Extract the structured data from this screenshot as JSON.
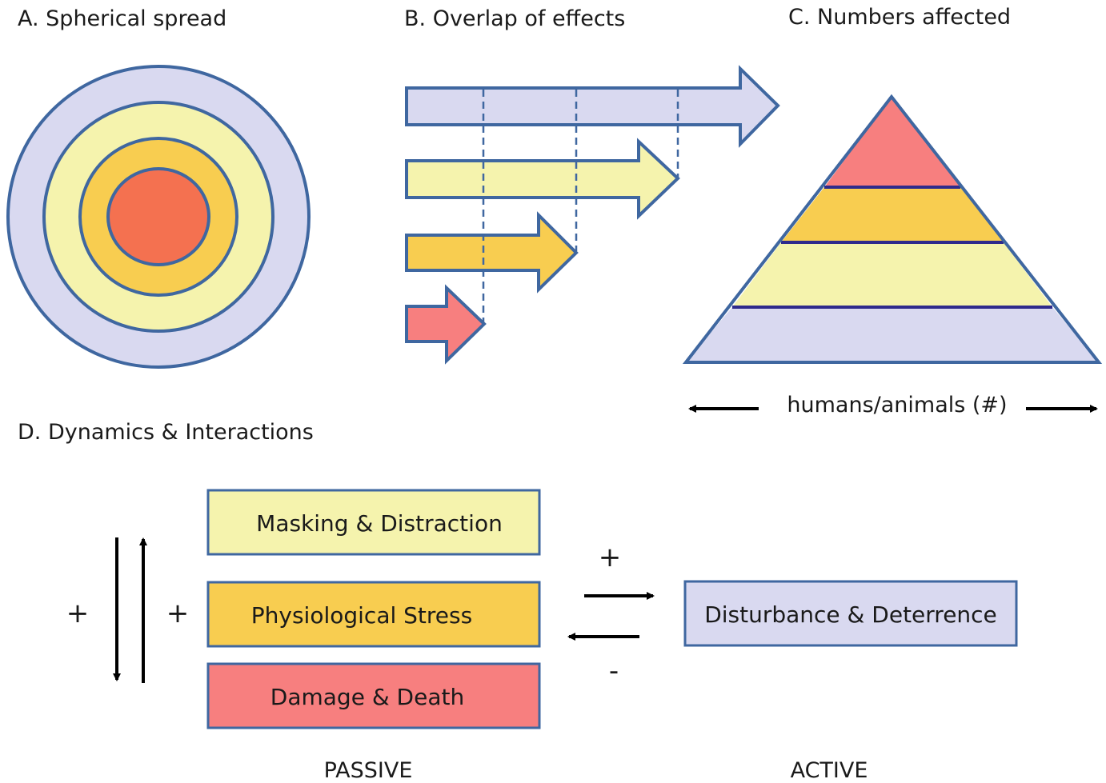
{
  "panels": {
    "a_title": "A. Spherical spread",
    "b_title": "B. Overlap of effects",
    "c_title": "C. Numbers affected",
    "d_title": "D. Dynamics & Interactions"
  },
  "axis_label": "humans/animals (#)",
  "boxes": {
    "masking": "Masking & Distraction",
    "stress": "Physiological Stress",
    "damage": "Damage & Death",
    "disturbance": "Disturbance & Deterrence"
  },
  "signs": {
    "left_outer": "+",
    "left_inner": "+",
    "forward": "+",
    "backward": "-"
  },
  "footer": {
    "passive": "PASSIVE",
    "active": "ACTIVE"
  },
  "colors": {
    "lavender": "#d9d9f0",
    "pale_yellow": "#f5f3ad",
    "amber": "#f8cd50",
    "red": "#f77f7f",
    "orange_red": "#f47150",
    "outline": "#3f67a0",
    "band_line": "#2e2a8c"
  }
}
